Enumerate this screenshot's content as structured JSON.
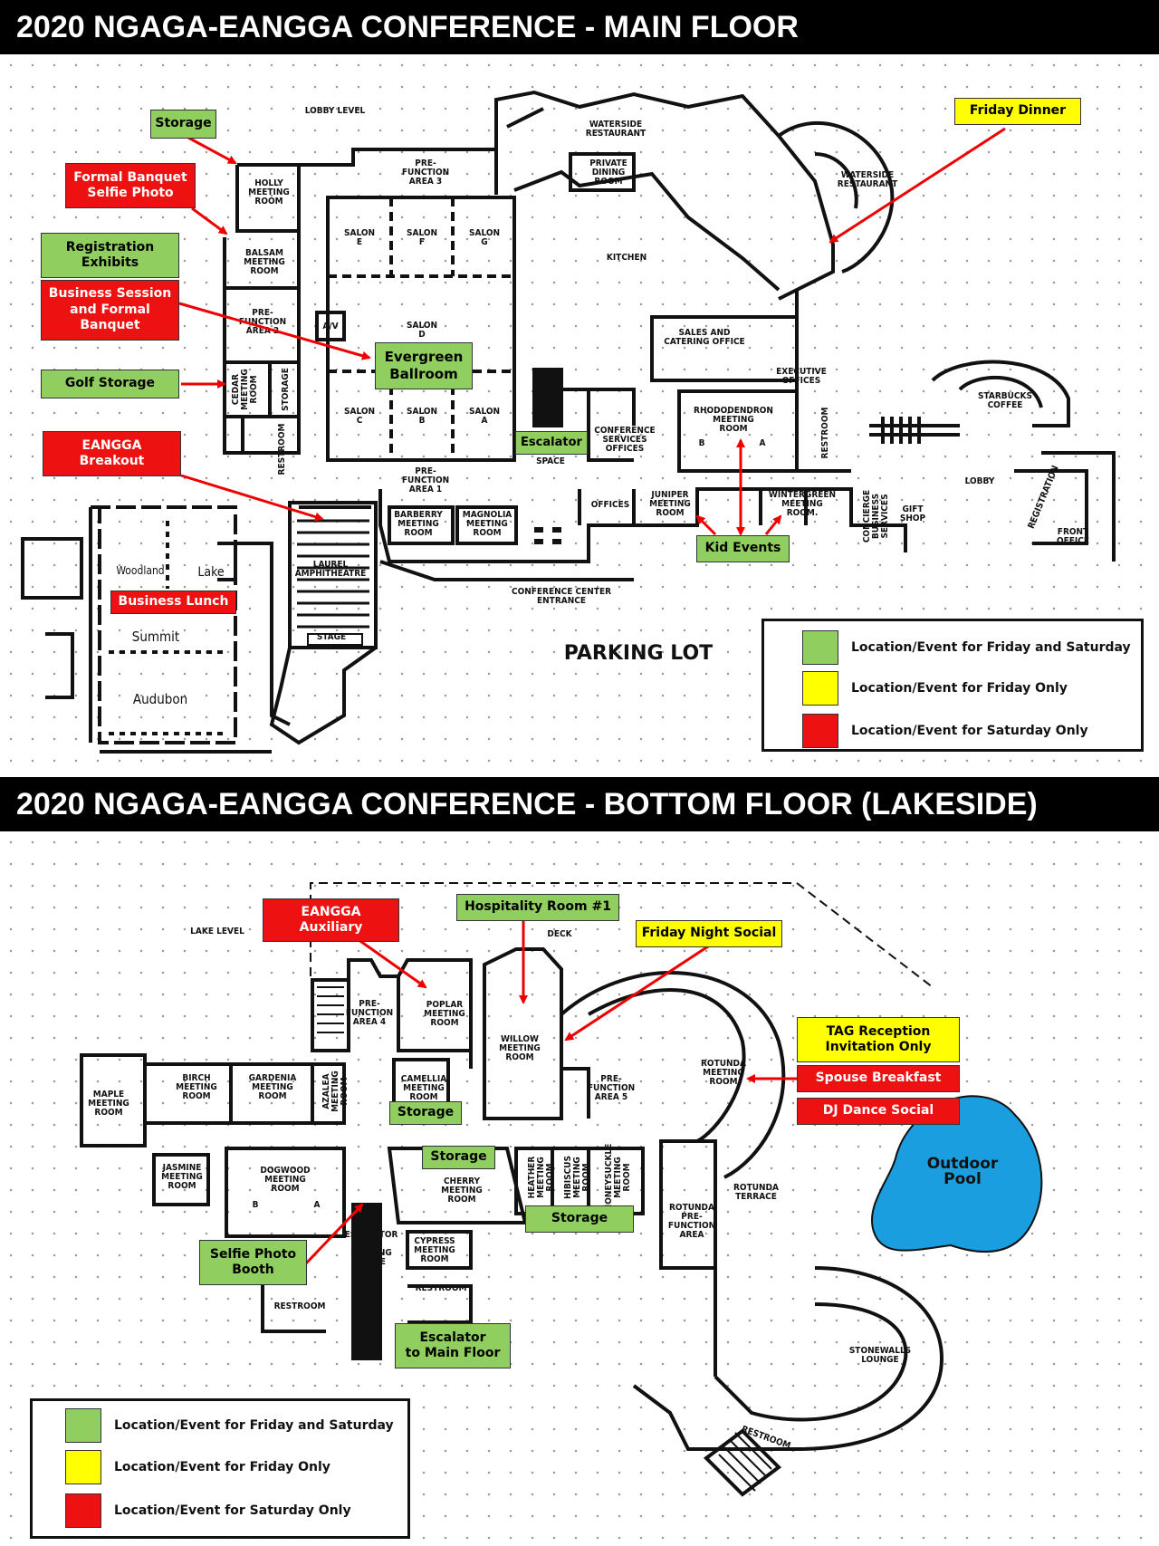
{
  "colors": {
    "green": "#8fce5f",
    "yellow": "#ffff00",
    "red": "#ee1111",
    "pool": "#1a9ee0"
  },
  "main_floor": {
    "title": "2020 NGAGA-EANGGA CONFERENCE - MAIN FLOOR",
    "labels": {
      "storage": "Storage",
      "formal_banquet_selfie": "Formal Banquet\nSelfie Photo",
      "registration_exhibits": "Registration\nExhibits",
      "business_session": "Business Session\nand Formal\nBanquet",
      "golf_storage": "Golf Storage",
      "eangga_breakout": "EANGGA\nBreakout",
      "evergreen_ballroom": "Evergreen\nBallroom",
      "escalator": "Escalator",
      "friday_dinner": "Friday Dinner",
      "kid_events": "Kid Events",
      "business_lunch": "Business Lunch"
    },
    "rooms": {
      "lobby_level": "LOBBY LEVEL",
      "holly": "HOLLY\nMEETING\nROOM",
      "balsam": "BALSAM\nMEETING\nROOM",
      "prefunction3": "PRE-\nFUNCTION\nAREA 3",
      "prefunction2": "PRE-\nFUNCTION\nAREA 2",
      "prefunction1": "PRE-\nFUNCTION\nAREA 1",
      "salon_e": "SALON\nE",
      "salon_f": "SALON\nF",
      "salon_g": "SALON\nG",
      "salon_d": "SALON\nD",
      "salon_c": "SALON\nC",
      "salon_b": "SALON\nB",
      "salon_a": "SALON\nA",
      "av": "A/V",
      "cedar": "CEDAR\nMEETING\nROOM",
      "storage_room": "STORAGE",
      "restroom": "RESTROOM",
      "waterside_restaurant": "WATERSIDE\nRESTAURANT",
      "private_dining": "PRIVATE\nDINING\nROOM",
      "kitchen": "KITCHEN",
      "sales_catering": "SALES AND\nCATERING OFFICE",
      "executive_offices": "EXECUTIVE\nOFFICES",
      "rhododendron": "RHODODENDRON\nMEETING\nROOM",
      "room_b": "B",
      "room_a": "A",
      "conference_services": "CONFERENCE\nSERVICES\nOFFICES",
      "space": "SPACE",
      "offices": "OFFICES",
      "juniper": "JUNIPER\nMEETING\nROOM",
      "wintergreen": "WINTERGREEN\nMEETING\nROOM.",
      "barberry": "BARBERRY\nMEETING\nROOM",
      "magnolia": "MAGNOLIA\nMEETING\nROOM",
      "conference_entrance": "CONFERENCE CENTER\nENTRANCE",
      "laurel": "LAUREL\nAMPHITHEATRE",
      "stage": "STAGE",
      "concierge": "CONCIERGE\nBUSINESS\nSERVICES",
      "gift_shop": "GIFT\nSHOP",
      "starbucks": "STARBUCKS\nCOFFEE",
      "lobby": "LOBBY",
      "registration": "REGISTRATION",
      "front_office": "FRONT\nOFFICE",
      "woodland": "Woodland",
      "lake": "Lake",
      "summit": "Summit",
      "audubon": "Audubon",
      "parking_lot": "PARKING LOT"
    },
    "legend": [
      {
        "color": "green",
        "label": "Location/Event for Friday and Saturday"
      },
      {
        "color": "yellow",
        "label": "Location/Event for Friday Only"
      },
      {
        "color": "red",
        "label": "Location/Event for Saturday Only"
      }
    ]
  },
  "bottom_floor": {
    "title": "2020 NGAGA-EANGGA CONFERENCE - BOTTOM FLOOR (LAKESIDE)",
    "labels": {
      "eangga_auxiliary": "EANGGA\nAuxiliary",
      "hospitality_room": "Hospitality Room #1",
      "friday_night_social": "Friday Night Social",
      "tag_reception": "TAG Reception\nInvitation Only",
      "spouse_breakfast": "Spouse Breakfast",
      "dj_dance": "DJ Dance Social",
      "storage_camellia": "Storage",
      "storage_cherry": "Storage",
      "storage_heather": "Storage",
      "selfie_booth": "Selfie Photo\nBooth",
      "escalator_main": "Escalator\nto Main Floor",
      "outdoor_pool": "Outdoor\nPool"
    },
    "rooms": {
      "lake_level": "LAKE LEVEL",
      "deck": "DECK",
      "prefunction4": "PRE-\nFUNCTION\nAREA 4",
      "poplar": "POPLAR\nMEETING\nROOM",
      "willow": "WILLOW\nMEETING\nROOM",
      "prefunction5": "PRE-\nFUNCTION\nAREA 5",
      "rotunda": "ROTUNDA\nMEETING\nROOM",
      "maple": "MAPLE\nMEETING\nROOM",
      "birch": "BIRCH\nMEETING\nROOM",
      "gardenia": "GARDENIA\nMEETING\nROOM",
      "azalea": "AZALEA\nMEETING\nROOM",
      "camellia": "CAMELLIA\nMEETING\nROOM",
      "jasmine": "JASMINE\nMEETING\nROOM",
      "dogwood": "DOGWOOD\nMEETING\nROOM",
      "room_b": "B",
      "room_a": "A",
      "cherry": "CHERRY\nMEETING\nROOM",
      "heather": "HEATHER\nMEETING\nROOM",
      "hibiscus": "HIBISCUS\nMEETING\nROOM",
      "honeysuckle": "HONEYSUCKLE\nMEETING\nROOM",
      "rotunda_terrace": "ROTUNDA\nTERRACE",
      "rotunda_prefunction": "ROTUNDA\nPRE-\nFUNCTION\nAREA",
      "escalator_space": "ESCALATOR\nTO\nMEETING\nSPACE",
      "cypress": "CYPRESS\nMEETING\nROOM",
      "restroom": "RESTROOM",
      "stonewalls": "STONEWALLS\nLOUNGE"
    },
    "legend": [
      {
        "color": "green",
        "label": "Location/Event for Friday and Saturday"
      },
      {
        "color": "yellow",
        "label": "Location/Event for Friday Only"
      },
      {
        "color": "red",
        "label": "Location/Event for Saturday Only"
      }
    ]
  }
}
